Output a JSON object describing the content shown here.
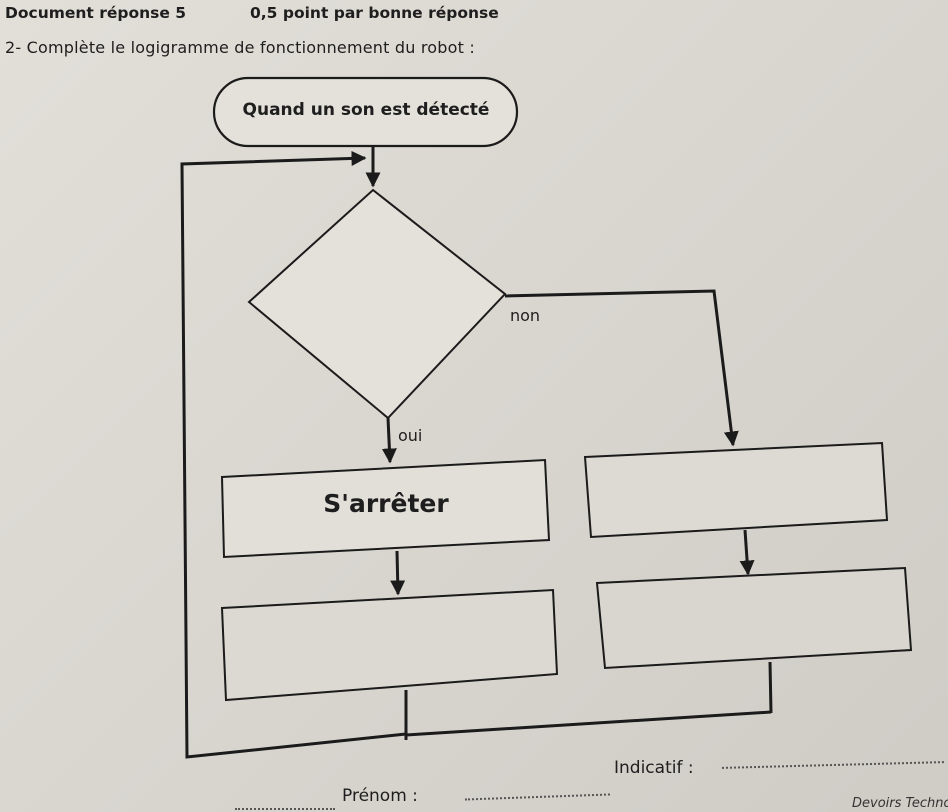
{
  "header": {
    "title": "Document réponse 5",
    "points": "0,5 point par bonne réponse"
  },
  "question": "2-  Complète le logigramme de fonctionnement du robot :",
  "flowchart": {
    "start": "Quand un son est détecté",
    "decision": "",
    "branch_no": "non",
    "branch_yes": "oui",
    "yes_action_1": "S'arrêter",
    "yes_action_2": "",
    "no_action_1": "",
    "no_action_2": ""
  },
  "footer": {
    "prenom": "Prénom :",
    "indicatif": "Indicatif :",
    "tag": "Devoirs  Techno"
  }
}
